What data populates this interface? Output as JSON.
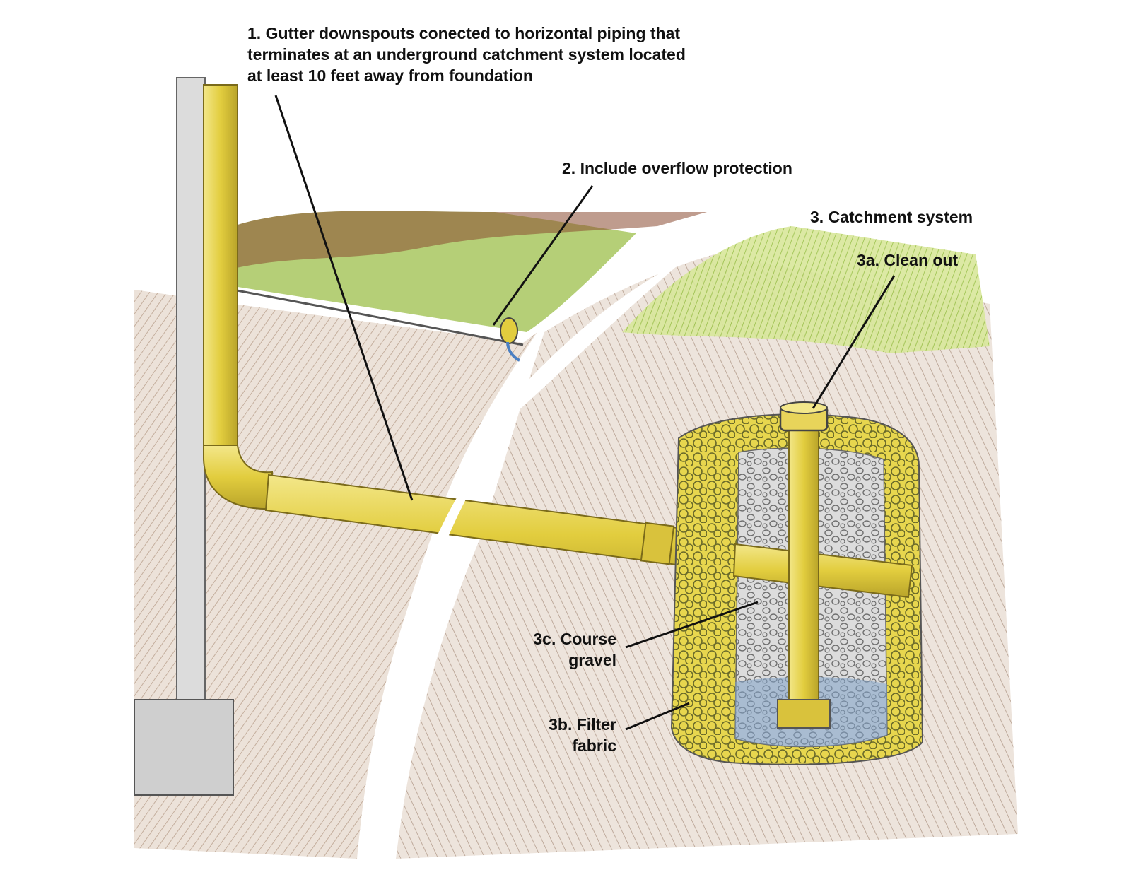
{
  "callouts": {
    "c1": "1. Gutter downspouts conected to horizontal piping that\nterminates at an underground catchment system located\nat least 10 feet away from foundation",
    "c2": "2. Include overflow protection",
    "c3": "3. Catchment system",
    "c3a": "3a. Clean out",
    "c3c": "3c. Course\ngravel",
    "c3b": "3b. Filter\nfabric"
  },
  "colors": {
    "soil": "#b48a6a",
    "grass": "#9cc24a",
    "pipe": "#e6d24a",
    "gravel": "#8a8a8a",
    "water": "#7fa3c8",
    "wall": "#8c8c8c"
  }
}
